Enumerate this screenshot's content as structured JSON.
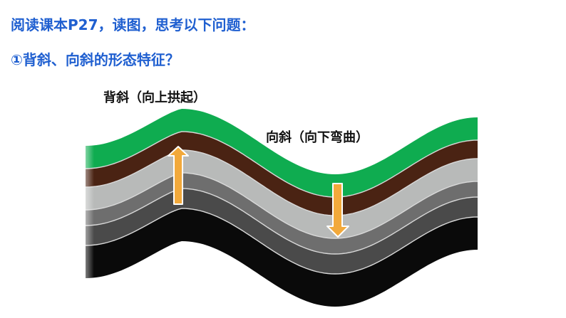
{
  "heading": {
    "line1": "阅读课本P27，读图，思考以下问题：",
    "line2": "①背斜、向斜的形态特征？"
  },
  "diagram": {
    "anticline_label": "背斜（向上拱起）",
    "syncline_label": "向斜（向下弯曲）",
    "layers": [
      {
        "name": "surface",
        "color": "#0fac50"
      },
      {
        "name": "brown",
        "color": "#4a2313"
      },
      {
        "name": "light-gray",
        "color": "#b8bab9"
      },
      {
        "name": "mid-gray",
        "color": "#6e6e6e"
      },
      {
        "name": "dark-gray",
        "color": "#4a4a4a"
      },
      {
        "name": "black",
        "color": "#0a0a0a"
      }
    ],
    "arrow_color": "#f2a93b",
    "arrow_edge_color": "#ffffff"
  }
}
